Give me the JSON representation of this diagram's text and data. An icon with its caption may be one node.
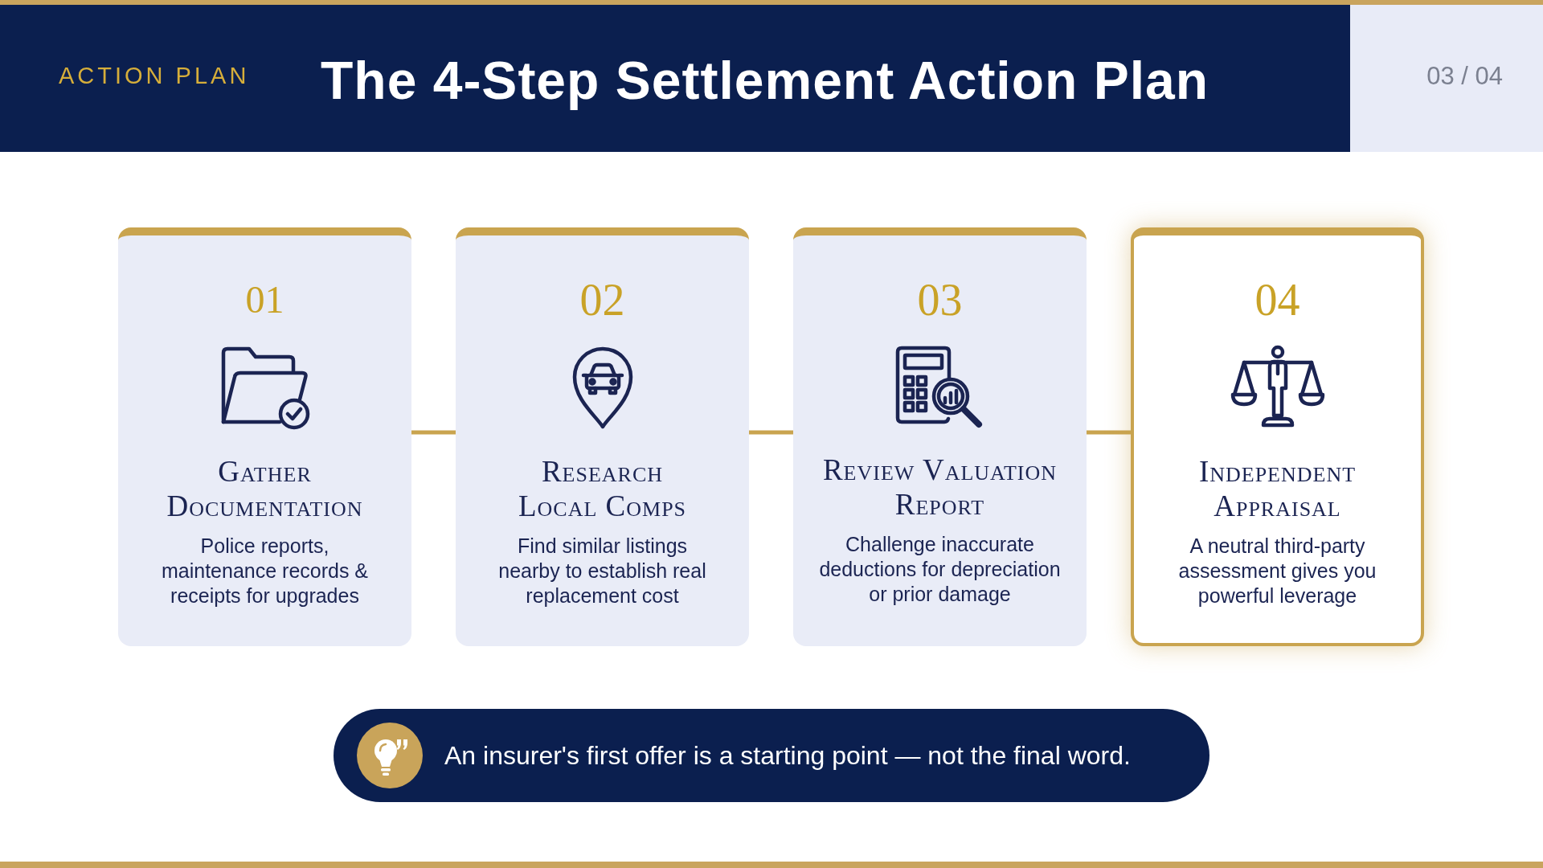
{
  "diagram": {
    "title": "The 4-Step Settlement Action Plan",
    "nodes": [
      {
        "text": [
          "01",
          "Gather Documentation",
          "Police reports, maintenance records & receipts for upgrades"
        ]
      },
      {
        "text": [
          "02",
          "Research Local Comps",
          "Find similar listings nearby to establish real replacement cost"
        ]
      },
      {
        "text": [
          "03",
          "Review Valuation Report",
          "Challenge inaccurate deductions for depreciation or prior damage"
        ]
      },
      {
        "text": [
          "04",
          "Independent Appraisal",
          "A neutral third-party assessment gives you powerful leverage"
        ]
      },
      {
        "text": [
          "An insurer's first offer is a starting point — not the final word."
        ]
      }
    ],
    "edges": [
      {
        "from": 0,
        "to": 1,
        "arrow": "none"
      },
      {
        "from": 1,
        "to": 2,
        "arrow": "none"
      },
      {
        "from": 2,
        "to": 3,
        "arrow": "none"
      }
    ],
    "labels": [
      "ACTION PLAN",
      "03 / 04"
    ]
  }
}
